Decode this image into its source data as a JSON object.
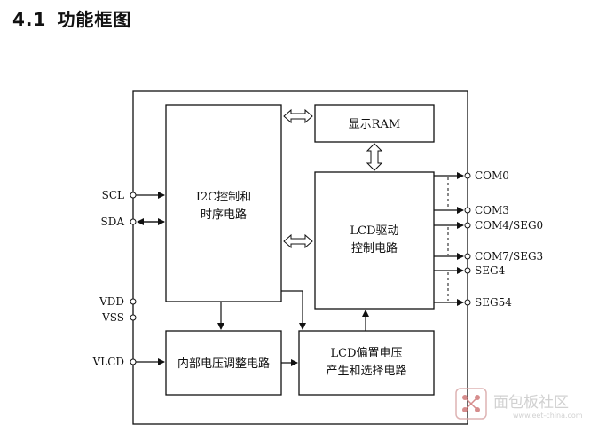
{
  "heading": {
    "number": "4.1",
    "title": "功能框图"
  },
  "blocks": {
    "i2c": {
      "line1": "I2C控制和",
      "line2": "时序电路"
    },
    "ram": {
      "label": "显示RAM"
    },
    "lcd_driver": {
      "line1": "LCD驱动",
      "line2": "控制电路"
    },
    "regulator": {
      "label": "内部电压调整电路"
    },
    "bias": {
      "line1": "LCD偏置电压",
      "line2": "产生和选择电路"
    }
  },
  "pins_left": {
    "scl": "SCL",
    "sda": "SDA",
    "vdd": "VDD",
    "vss": "VSS",
    "vlcd": "VLCD"
  },
  "pins_right": {
    "com0": "COM0",
    "com3": "COM3",
    "com4": "COM4/SEG0",
    "com7": "COM7/SEG3",
    "seg4": "SEG4",
    "seg54": "SEG54"
  },
  "watermark": {
    "text": "面包板社区",
    "sub": "www.eet-china.com"
  }
}
